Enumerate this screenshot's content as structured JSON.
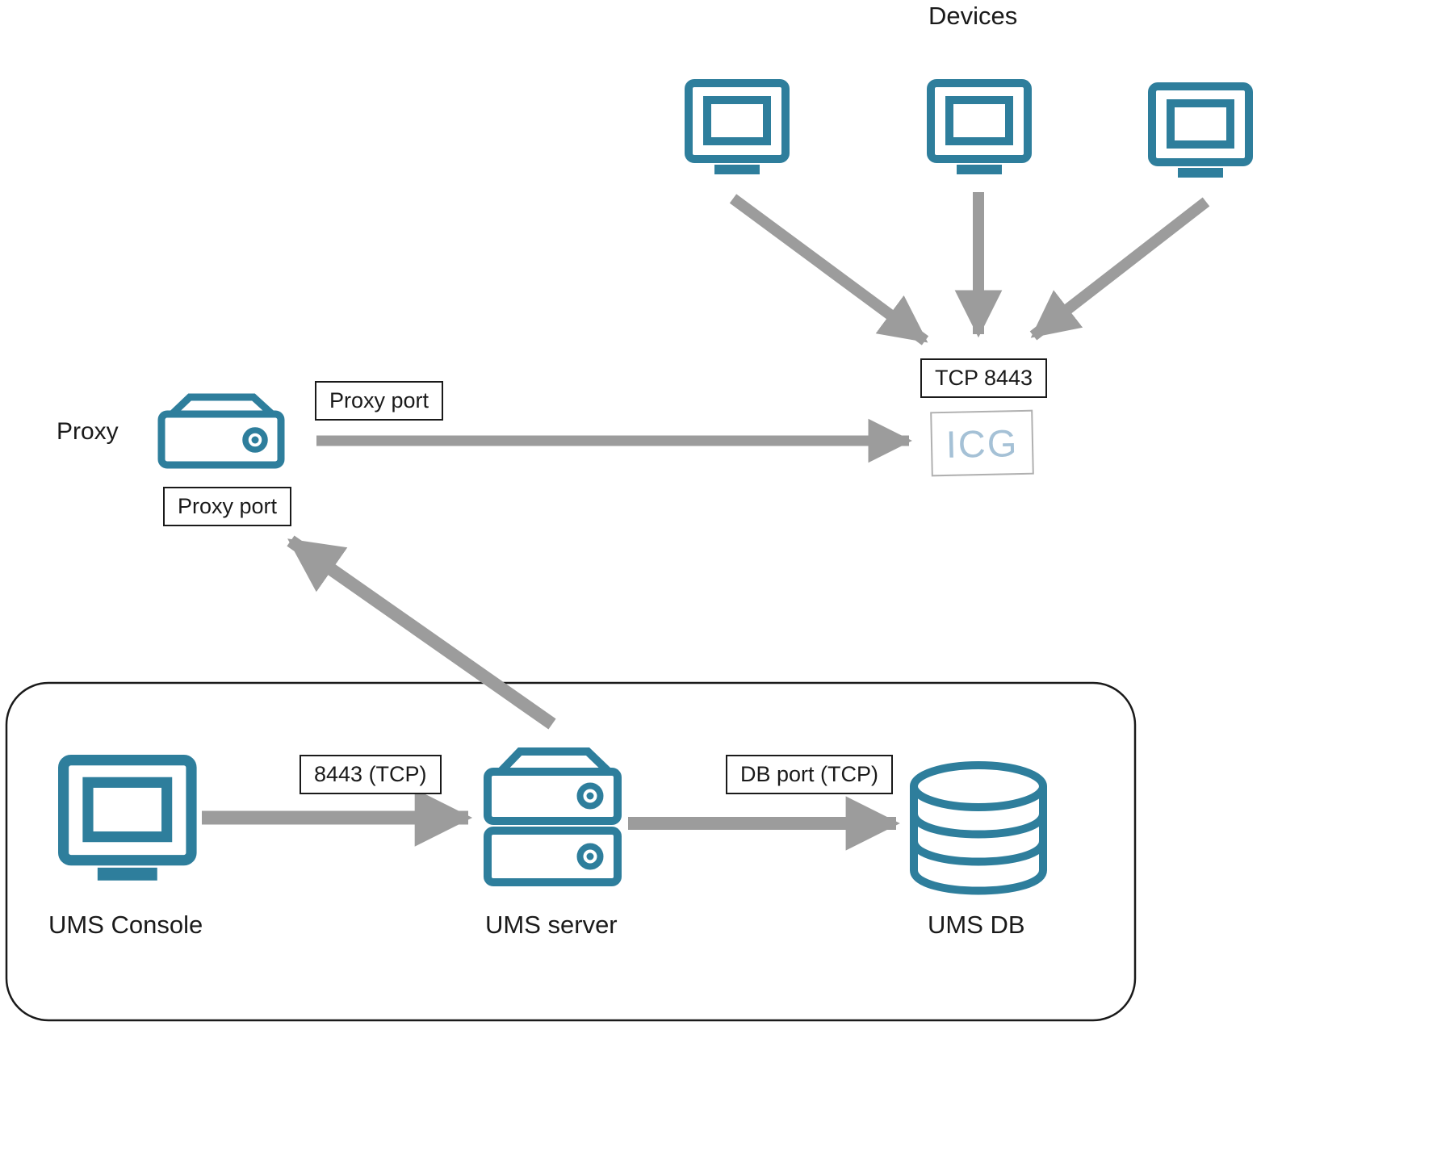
{
  "labels": {
    "devices": "Devices",
    "proxy": "Proxy",
    "icg": "ICG",
    "ums_console": "UMS Console",
    "ums_server": "UMS server",
    "ums_db": "UMS DB"
  },
  "port_boxes": {
    "tcp_8443": "TCP 8443",
    "proxy_port_upper": "Proxy port",
    "proxy_port_lower": "Proxy port",
    "console_to_server": "8443 (TCP)",
    "server_to_db": "DB port (TCP)"
  },
  "icons": {
    "devices": "monitor-icon",
    "proxy": "server-icon",
    "ums_console": "monitor-icon",
    "ums_server": "server-stack-icon",
    "ums_db": "database-icon",
    "device_count": 3
  },
  "connections": [
    {
      "from": "device-1",
      "to": "icg",
      "label": "TCP 8443"
    },
    {
      "from": "device-2",
      "to": "icg",
      "label": "TCP 8443"
    },
    {
      "from": "device-3",
      "to": "icg",
      "label": "TCP 8443"
    },
    {
      "from": "proxy",
      "to": "icg",
      "label": "Proxy port"
    },
    {
      "from": "ums-server",
      "to": "proxy",
      "label": "Proxy port"
    },
    {
      "from": "ums-console",
      "to": "ums-server",
      "label": "8443 (TCP)"
    },
    {
      "from": "ums-server",
      "to": "ums-db",
      "label": "DB port (TCP)"
    }
  ],
  "colors": {
    "icon": "#2e7e9c",
    "arrow": "#9c9c9c",
    "icg_text": "#a5c1d6",
    "icg_border": "#b0b0b0",
    "box_border": "#1a1a1a",
    "text": "#1a1a1a"
  }
}
